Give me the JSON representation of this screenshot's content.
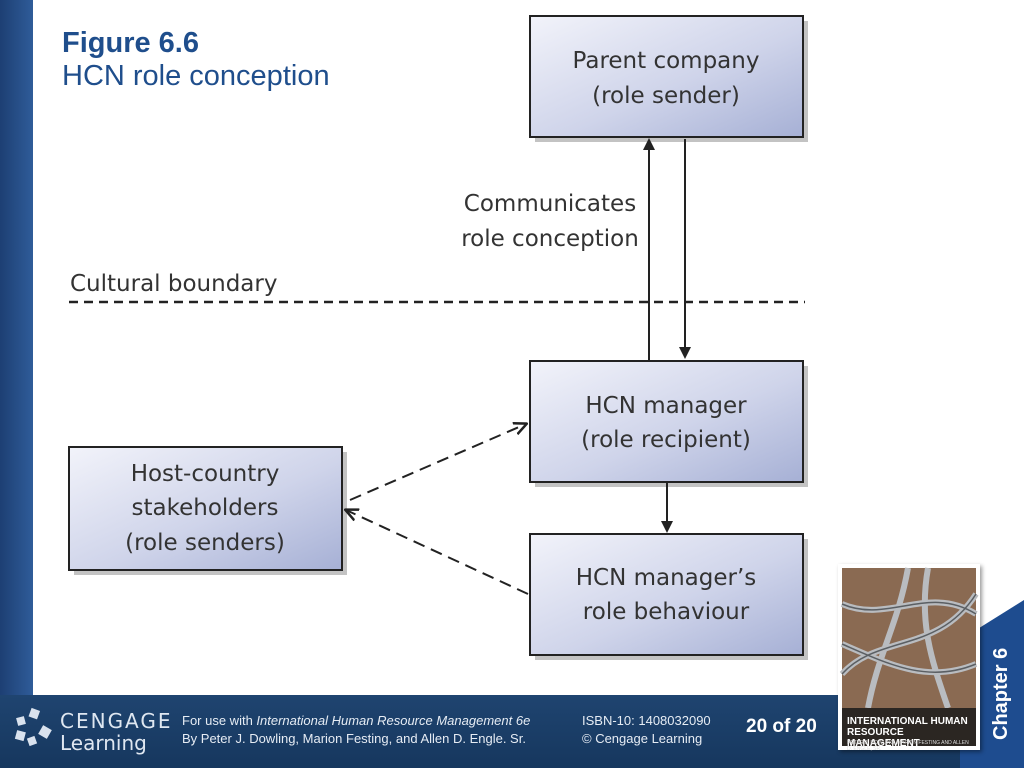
{
  "title": {
    "figure": "Figure 6.6",
    "subtitle": "HCN role conception"
  },
  "diagram": {
    "parent_box": {
      "line1": "Parent company",
      "line2": "(role sender)"
    },
    "communicates": {
      "line1": "Communicates",
      "line2": "role conception"
    },
    "boundary_label": "Cultural boundary",
    "hcn_box": {
      "line1": "HCN manager",
      "line2": "(role recipient)"
    },
    "host_box": {
      "line1": "Host-country",
      "line2": "stakeholders",
      "line3": "(role senders)"
    },
    "behaviour_box": {
      "line1": "HCN manager’s",
      "line2": "role behaviour"
    }
  },
  "footer": {
    "brand_line1": "CENGAGE",
    "brand_line2": "Learning",
    "for_use_prefix": "For use with ",
    "book_title": "International Human Resource Management 6e",
    "authors": "By Peter J. Dowling, Marion Festing, and Allen D. Engle. Sr.",
    "isbn": "ISBN-10: 1408032090",
    "copyright": "© Cengage Learning",
    "page": "20 of 20",
    "chapter": "Chapter 6"
  },
  "cover": {
    "title_line1": "INTERNATIONAL HUMAN",
    "title_line2": "RESOURCE MANAGEMENT",
    "authors": "PETER J. DOWLING, MARION FESTING AND ALLEN D. ENGLE, SR."
  },
  "colors": {
    "title": "#1f4e8c",
    "footer": "#1f4470",
    "box_fill_light": "#eef0f8",
    "box_fill_dark": "#a9b3d6"
  }
}
